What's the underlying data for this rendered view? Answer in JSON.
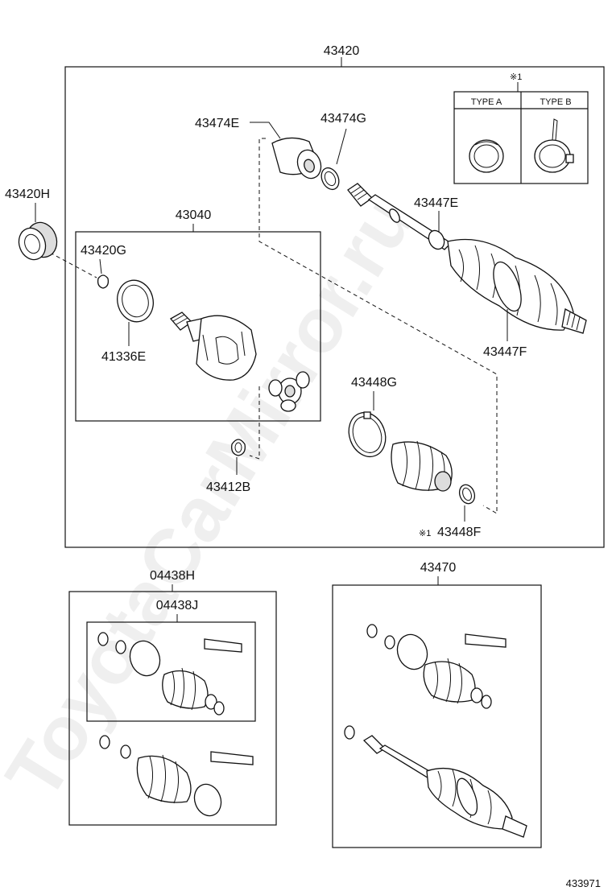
{
  "labels": {
    "assembly": "43420",
    "p43420H": "43420H",
    "p43474E": "43474E",
    "p43474G": "43474G",
    "p43040": "43040",
    "p43420G": "43420G",
    "p41336E": "41336E",
    "p43447E": "43447E",
    "p43447F": "43447F",
    "p43448G": "43448G",
    "p43412B": "43412B",
    "p43448F": "43448F",
    "note_mark_top": "※1",
    "note_mark_bottom": "※1",
    "type_a": "TYPE A",
    "type_b": "TYPE B",
    "p04438H": "04438H",
    "p04438J": "04438J",
    "p43470": "43470",
    "figure_id": "433971"
  },
  "watermark": "ToyotaCarMirror.ru"
}
